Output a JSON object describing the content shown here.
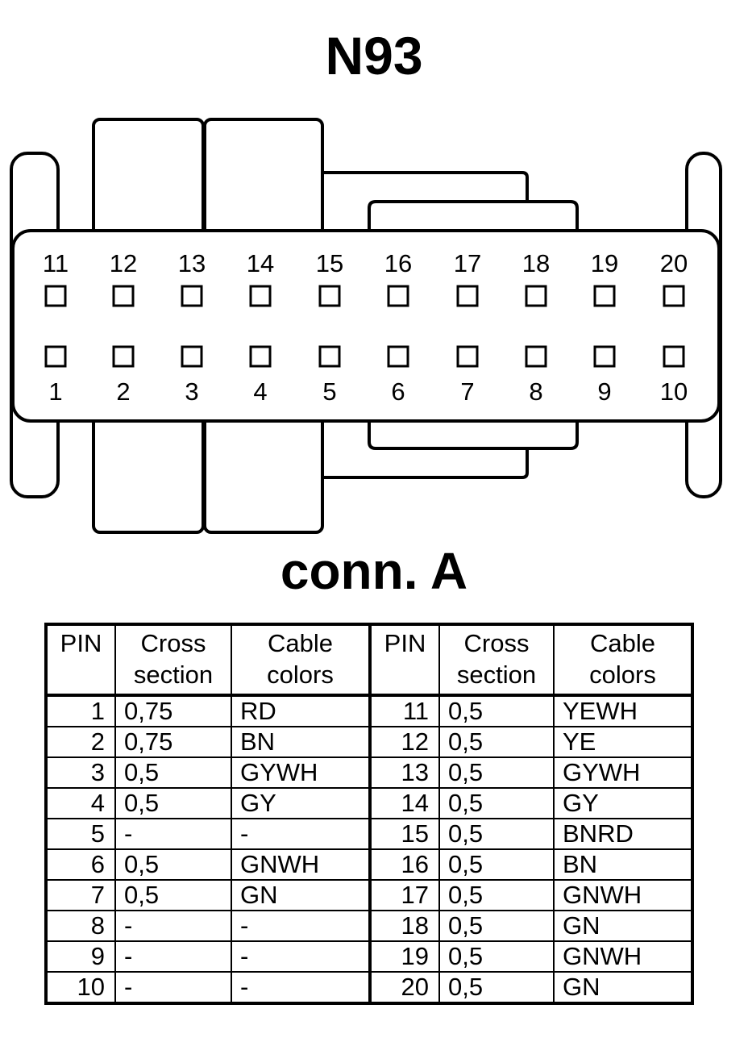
{
  "title": "N93",
  "connector_label": "conn. A",
  "top_row_pins": [
    "11",
    "12",
    "13",
    "14",
    "15",
    "16",
    "17",
    "18",
    "19",
    "20"
  ],
  "bottom_row_pins": [
    "1",
    "2",
    "3",
    "4",
    "5",
    "6",
    "7",
    "8",
    "9",
    "10"
  ],
  "table": {
    "headers": [
      "PIN",
      "Cross\nsection",
      "Cable\ncolors",
      "PIN",
      "Cross\nsection",
      "Cable\ncolors"
    ],
    "rows": [
      [
        "1",
        "0,75",
        "RD",
        "11",
        "0,5",
        "YEWH"
      ],
      [
        "2",
        "0,75",
        "BN",
        "12",
        "0,5",
        "YE"
      ],
      [
        "3",
        "0,5",
        "GYWH",
        "13",
        "0,5",
        "GYWH"
      ],
      [
        "4",
        "0,5",
        "GY",
        "14",
        "0,5",
        "GY"
      ],
      [
        "5",
        "-",
        "-",
        "15",
        "0,5",
        "BNRD"
      ],
      [
        "6",
        "0,5",
        "GNWH",
        "16",
        "0,5",
        "BN"
      ],
      [
        "7",
        "0,5",
        "GN",
        "17",
        "0,5",
        "GNWH"
      ],
      [
        "8",
        "-",
        "-",
        "18",
        "0,5",
        "GN"
      ],
      [
        "9",
        "-",
        "-",
        "19",
        "0,5",
        "GNWH"
      ],
      [
        "10",
        "-",
        "-",
        "20",
        "0,5",
        "GN"
      ]
    ]
  }
}
